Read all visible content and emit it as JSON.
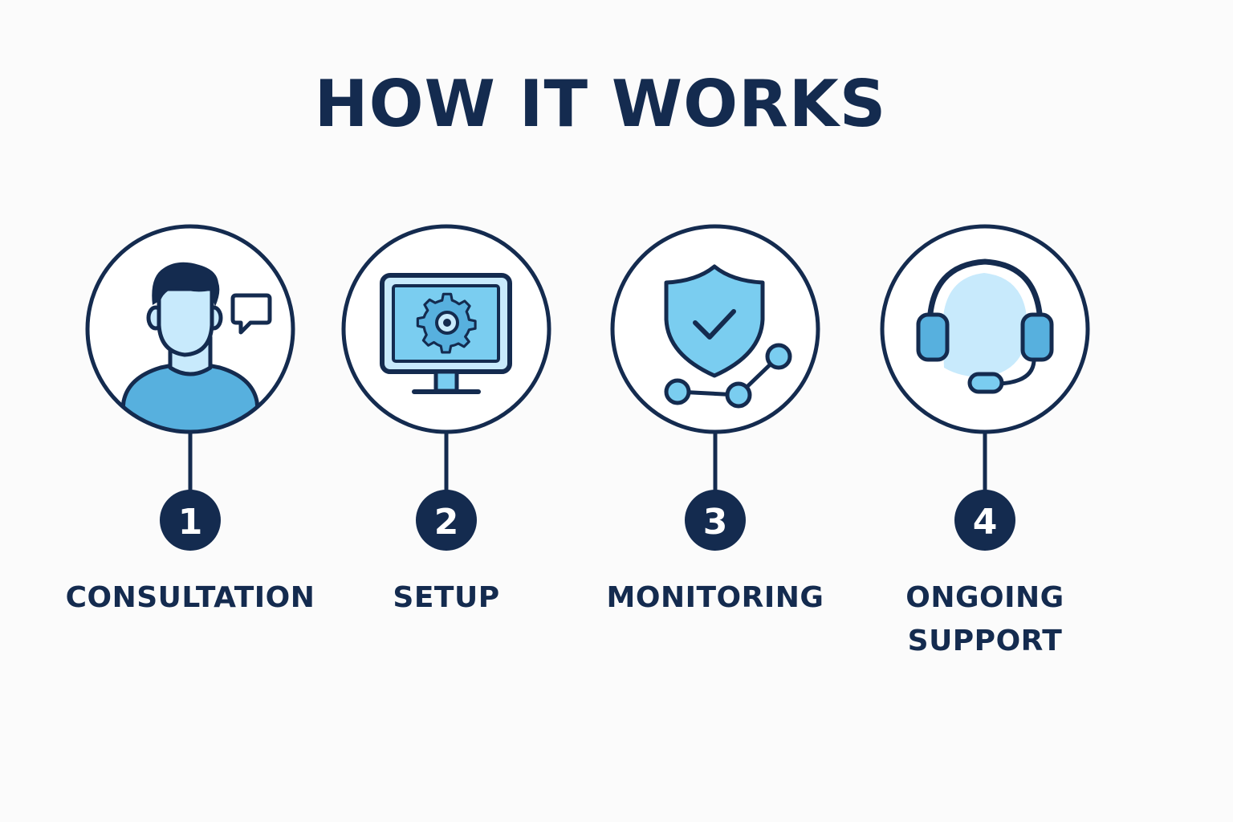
{
  "title": "HOW IT WORKS",
  "colors": {
    "navy": "#142b4f",
    "light_blue": "#c8eafc",
    "mid_blue": "#7acdf0",
    "blue": "#57b0de",
    "background": "#fbfbfb"
  },
  "steps": [
    {
      "number": "1",
      "label": "CONSULTATION",
      "label_line2": "",
      "icon": "person-speech-bubble-icon"
    },
    {
      "number": "2",
      "label": "SETUP",
      "label_line2": "",
      "icon": "monitor-gear-icon"
    },
    {
      "number": "3",
      "label": "MONITORING",
      "label_line2": "",
      "icon": "shield-check-graph-icon"
    },
    {
      "number": "4",
      "label": "ONGOING",
      "label_line2": "SUPPORT",
      "icon": "headset-icon"
    }
  ]
}
